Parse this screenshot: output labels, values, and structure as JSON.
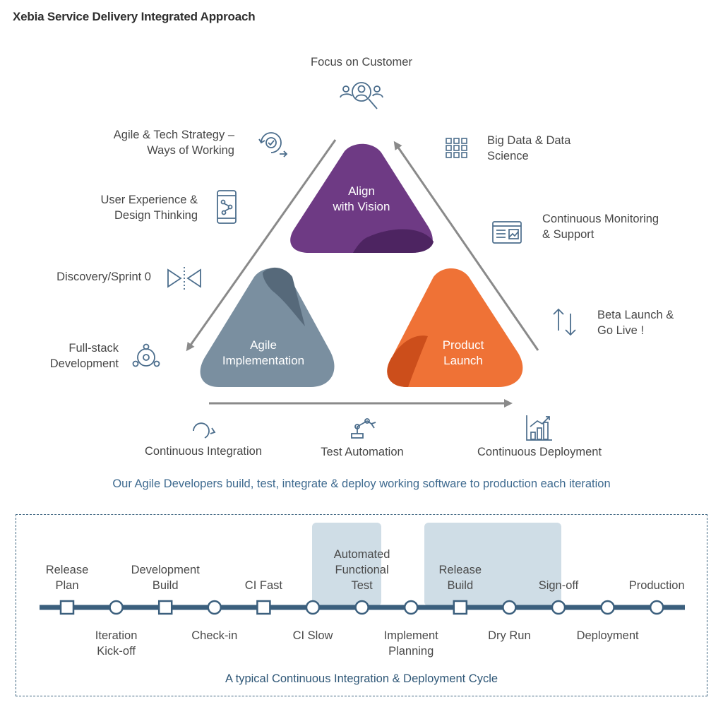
{
  "title": "Xebia Service Delivery Integrated Approach",
  "triangle": {
    "top": "Align\nwith Vision",
    "left": "Agile\nImplementation",
    "right": "Product\nLaunch"
  },
  "labels": {
    "focus": "Focus on Customer",
    "agile_strategy": "Agile & Tech Strategy –\nWays of Working",
    "ux": "User Experience &\nDesign Thinking",
    "discovery": "Discovery/Sprint 0",
    "fullstack": "Full-stack\nDevelopment",
    "bigdata": "Big Data & Data\nScience",
    "monitoring": "Continuous Monitoring\n& Support",
    "beta": "Beta Launch  &\nGo Live !",
    "ci": "Continuous Integration",
    "test_automation": "Test Automation",
    "cd": "Continuous Deployment"
  },
  "tagline": "Our Agile Developers build, test, integrate & deploy working software to production each iteration",
  "cycle": {
    "title": "A typical Continuous Integration & Deployment Cycle",
    "steps": [
      {
        "label": "Release\nPlan",
        "pos": "above",
        "shape": "square"
      },
      {
        "label": "Iteration\nKick-off",
        "pos": "below",
        "shape": "circle"
      },
      {
        "label": "Development\nBuild",
        "pos": "above",
        "shape": "square"
      },
      {
        "label": "Check-in",
        "pos": "below",
        "shape": "circle"
      },
      {
        "label": "CI Fast",
        "pos": "above",
        "shape": "square"
      },
      {
        "label": "CI Slow",
        "pos": "below",
        "shape": "circle"
      },
      {
        "label": "Automated\nFunctional\nTest",
        "pos": "above",
        "shape": "circle"
      },
      {
        "label": "Implement\nPlanning",
        "pos": "below",
        "shape": "circle"
      },
      {
        "label": "Release\nBuild",
        "pos": "above",
        "shape": "square"
      },
      {
        "label": "Dry Run",
        "pos": "below",
        "shape": "circle"
      },
      {
        "label": "Sign-off",
        "pos": "above",
        "shape": "circle"
      },
      {
        "label": "Deployment",
        "pos": "below",
        "shape": "circle"
      },
      {
        "label": "Production",
        "pos": "above",
        "shape": "circle"
      }
    ]
  },
  "colors": {
    "purple": "#6e3a84",
    "purple_dark": "#4d2461",
    "slate": "#7a8fa0",
    "slate_dark": "#56697a",
    "orange": "#ef7236",
    "orange_dark": "#cc4e1b",
    "line": "#3b5f7d",
    "arrow": "#8a8a8a",
    "icon": "#4b6d8c"
  },
  "icons": [
    "customer-search-icon",
    "strategy-cycle-icon",
    "mobile-flow-icon",
    "bowtie-icon",
    "network-gear-icon",
    "grid-icon",
    "dashboard-icon",
    "up-down-arrows-icon",
    "refresh-icon",
    "robot-arm-icon",
    "bar-chart-icon"
  ]
}
